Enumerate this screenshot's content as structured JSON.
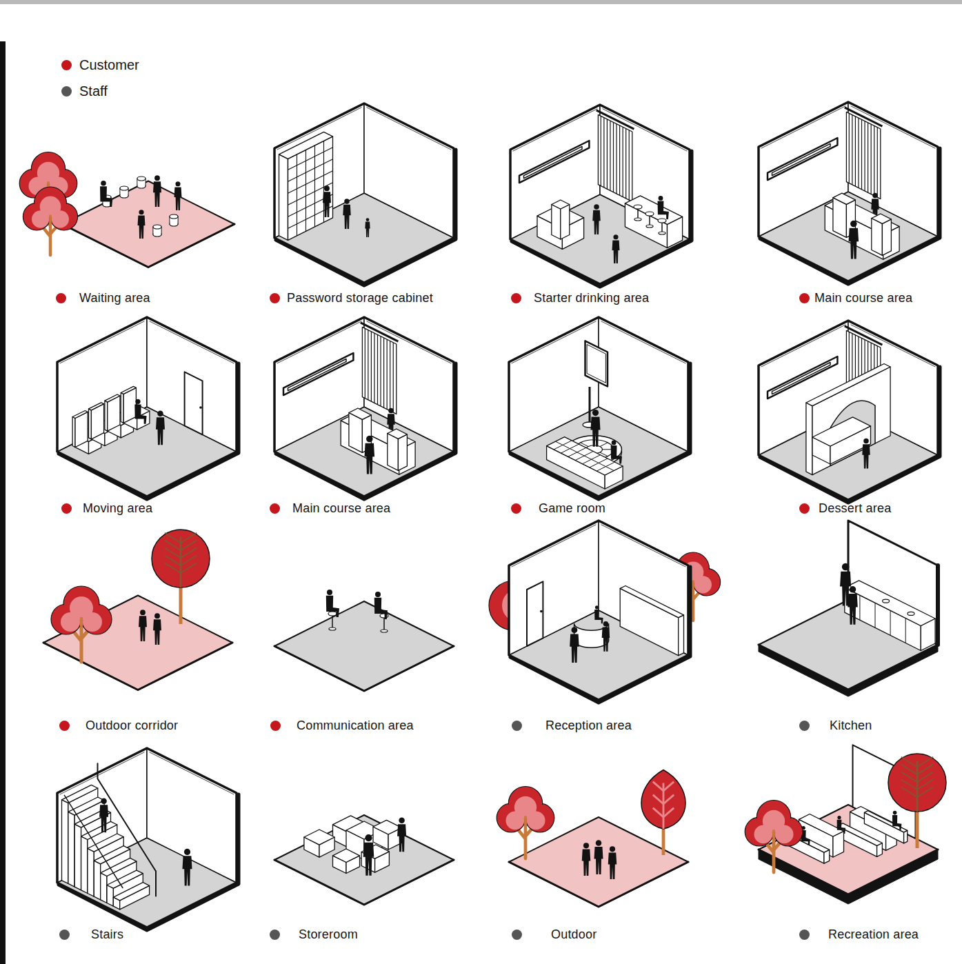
{
  "diagram": {
    "nodes": [
      {
        "text": [
          "Waiting area"
        ]
      },
      {
        "text": [
          "Password storage cabinet"
        ]
      },
      {
        "text": [
          "Starter drinking area"
        ]
      },
      {
        "text": [
          "Main course area"
        ]
      },
      {
        "text": [
          "Moving area"
        ]
      },
      {
        "text": [
          "Main course area"
        ]
      },
      {
        "text": [
          "Game room"
        ]
      },
      {
        "text": [
          "Dessert area"
        ]
      },
      {
        "text": [
          "Outdoor corridor"
        ]
      },
      {
        "text": [
          "Communication area"
        ]
      },
      {
        "text": [
          "Reception area"
        ]
      },
      {
        "text": [
          "Kitchen"
        ]
      },
      {
        "text": [
          "Stairs"
        ]
      },
      {
        "text": [
          "Storeroom"
        ]
      },
      {
        "text": [
          "Outdoor"
        ]
      },
      {
        "text": [
          "Recreation area"
        ]
      }
    ],
    "legend": [
      {
        "text": "Customer",
        "color": "#c4161c"
      },
      {
        "text": "Staff",
        "color": "#555555"
      }
    ]
  }
}
